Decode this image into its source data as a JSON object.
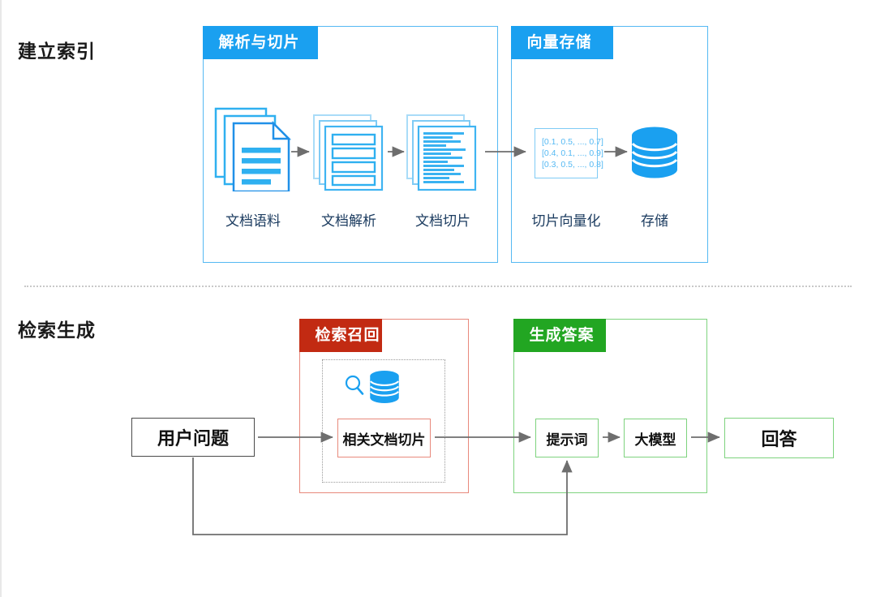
{
  "sections": [
    {
      "id": "index",
      "title": "建立索引"
    },
    {
      "id": "retrieval",
      "title": "检索生成"
    }
  ],
  "panels": {
    "parse_chunk": {
      "badge": "解析与切片"
    },
    "vector_store": {
      "badge": "向量存储"
    },
    "retrieve": {
      "badge": "检索召回"
    },
    "generate": {
      "badge": "生成答案"
    }
  },
  "index_steps": [
    {
      "key": "corpus",
      "label": "文档语料",
      "icon": "document-stack-icon"
    },
    {
      "key": "parse",
      "label": "文档解析",
      "icon": "parsed-pages-stack-icon"
    },
    {
      "key": "chunk",
      "label": "文档切片",
      "icon": "chunked-pages-stack-icon"
    },
    {
      "key": "vectorize",
      "label": "切片向量化",
      "icon": "vector-array-icon"
    },
    {
      "key": "store",
      "label": "存储",
      "icon": "database-icon"
    }
  ],
  "vector_sample": {
    "rows": [
      "[0.1, 0.5, ..., 0.7]",
      "[0.4, 0.1, ..., 0.9]",
      "[0.3, 0.5, ..., 0.8]"
    ]
  },
  "retrieval_flow": [
    {
      "key": "question",
      "label": "用户问题"
    },
    {
      "key": "chunks",
      "label": "相关文档切片"
    },
    {
      "key": "prompt",
      "label": "提示词"
    },
    {
      "key": "llm",
      "label": "大模型"
    },
    {
      "key": "answer",
      "label": "回答"
    }
  ],
  "retrieve_icons": [
    {
      "key": "search",
      "icon": "magnifier-icon"
    },
    {
      "key": "store",
      "icon": "database-icon"
    }
  ],
  "colors": {
    "blue": "#1aa0f0",
    "blue_light": "#55b9f3",
    "blue_border": "#7fcbf5",
    "red": "#c22a12",
    "red_light": "#e8897c",
    "green": "#22a622",
    "green_light": "#7ed37e",
    "arrow": "#6e6e6e",
    "text_dark": "#1a1a1a",
    "label_blue": "#1c3c60",
    "divider": "#c9c9c9"
  }
}
